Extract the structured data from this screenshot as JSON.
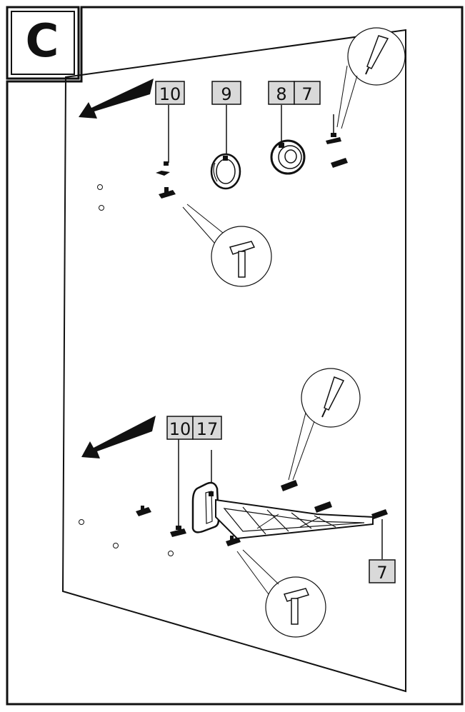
{
  "step": {
    "letter": "C"
  },
  "labels": {
    "upper_screw": "10",
    "upper_ring": "9",
    "upper_cap_a": "8",
    "upper_cap_b": "7",
    "lower_screw": "10",
    "lower_part": "17",
    "lower_bolt": "7"
  },
  "icons": {
    "tool_a": "screwdriver-icon",
    "tool_b": "hammer-icon"
  },
  "colors": {
    "line": "#111111",
    "label_fill": "#d9d9d9",
    "fill": "#ffffff"
  }
}
